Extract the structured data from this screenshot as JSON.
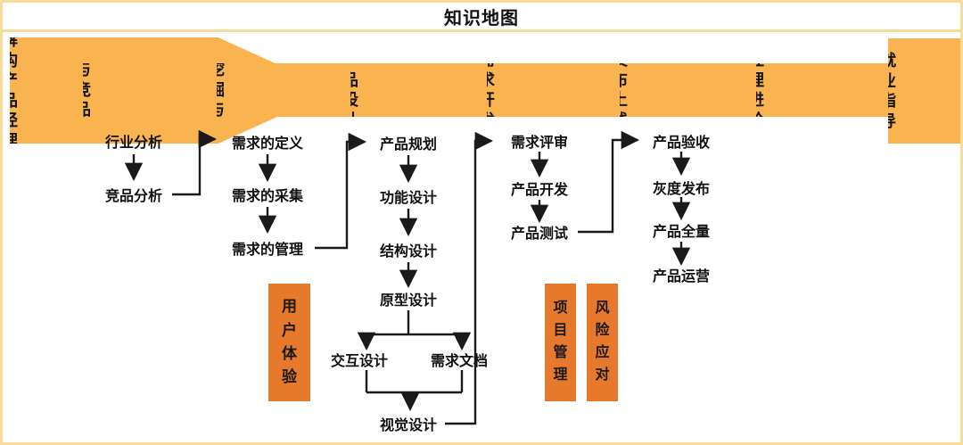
{
  "title": "知识地图",
  "colors": {
    "chevron": "#F9B44F",
    "box": "#E7792C",
    "frame_border": "#F8DC9A",
    "line": "#1A1A1A"
  },
  "flow": {
    "start": {
      "label": "解构\n产品\n经理"
    },
    "end": {
      "label": "就\n业\n指\n导"
    },
    "stages": [
      {
        "label": "市场与竞品\n分析",
        "steps": [
          "行业分析",
          "竞品分析"
        ]
      },
      {
        "label": "需求挖掘与\n分析",
        "steps": [
          "需求的定义",
          "需求的采集",
          "需求的管理"
        ]
      },
      {
        "label": "产品设计",
        "steps": [
          "产品规划",
          "功能设计",
          "结构设计",
          "原型设计",
          "交互设计",
          "需求文档",
          "视觉设计"
        ]
      },
      {
        "label": "需求开发",
        "steps": [
          "需求评审",
          "产品开发",
          "产品测试"
        ]
      },
      {
        "label": "发布上线",
        "steps": [
          "产品验收",
          "灰度发布",
          "产品全量",
          "产品运营"
        ]
      },
      {
        "label": "产品经理进\n阶之路",
        "steps": []
      }
    ],
    "support_boxes": [
      {
        "label": "用\n户\n体\n验"
      },
      {
        "label": "项\n目\n管\n理"
      },
      {
        "label": "风\n险\n应\n对"
      }
    ]
  }
}
